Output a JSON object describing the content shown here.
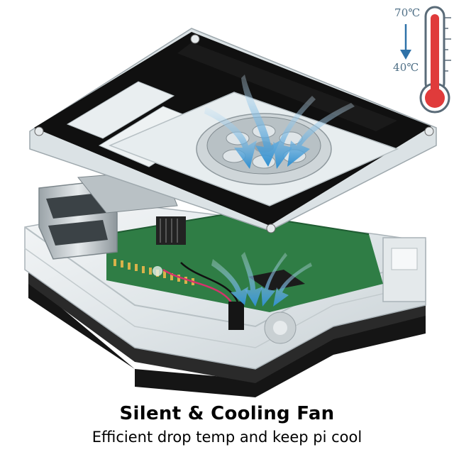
{
  "thermometer": {
    "high_label": "70℃",
    "low_label": "40℃"
  },
  "caption": {
    "title": "Silent & Cooling Fan",
    "subtitle": "Efficient drop temp and keep pi cool"
  },
  "colors": {
    "airflow": "#2f8fd0",
    "acrylic_black": "#111111",
    "pcb_green": "#2f7d45",
    "mercury": "#e03b3b"
  }
}
